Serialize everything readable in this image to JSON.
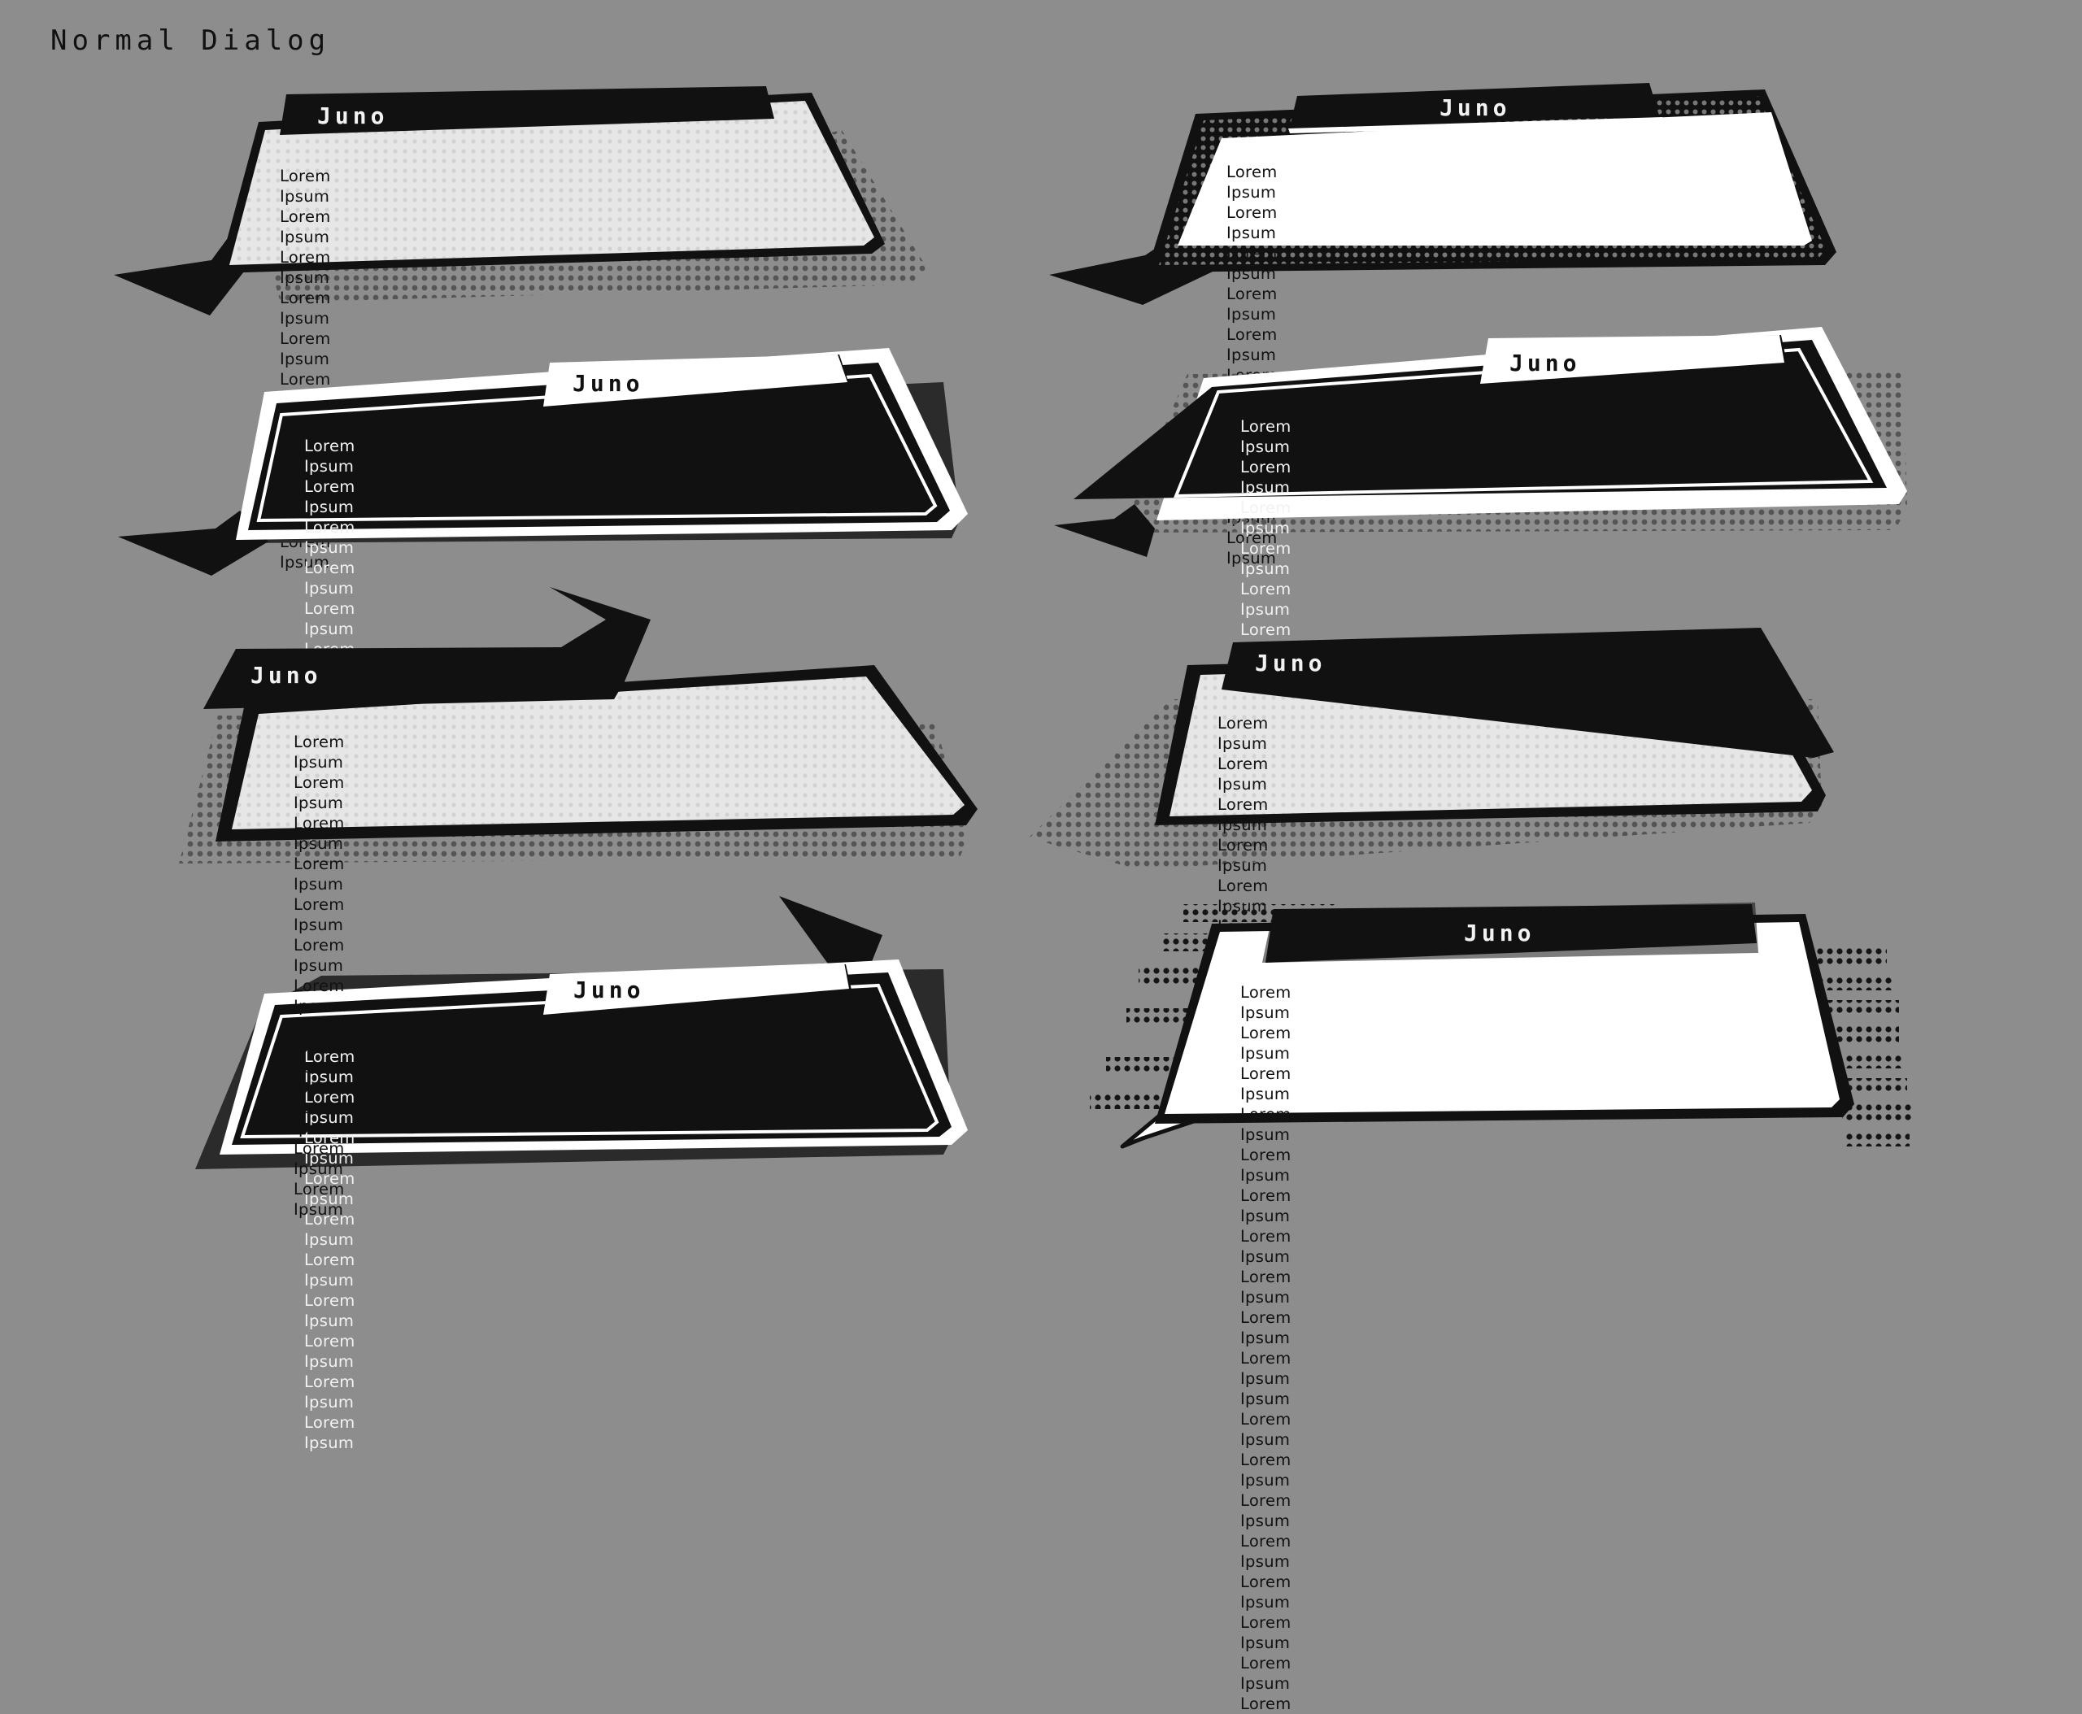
{
  "page": {
    "title": "Normal Dialog"
  },
  "colors": {
    "background": "#8d8d8d",
    "ink": "#111111",
    "paper": "#ffffff",
    "light_fill": "#e6e6e6"
  },
  "dialogs": [
    {
      "style": "light-panel-black-nameplate-tail-left",
      "name": "Juno",
      "text": "Lorem Ipsum Lorem Ipsum Lorem Ipsum Lorem Ipsum\nLorem Ipsum Lorem Ipsum Lorem Ipsum Lorem Ipsum Lorem Ipsum\nLorem Ipsum"
    },
    {
      "style": "white-panel-dotted-frame-tail-left",
      "name": "Juno",
      "text": "Lorem Ipsum Lorem Ipsum Lorem Ipsum Lorem Ipsum\nLorem Ipsum Lorem Ipsum Lorem Ipsum Lorem Ipsum Lorem Ipsum\nLorem Ipsum"
    },
    {
      "style": "dark-panel-white-nameplate-tail-left",
      "name": "Juno",
      "text": "Lorem Ipsum Lorem Ipsum Lorem Ipsum Lorem Ipsum\nLorem Ipsum Lorem Ipsum Lorem Ipsum Lorem Ipsum Lorem Ipsum\nLorem Ipsum"
    },
    {
      "style": "dark-panel-white-nameplate-tail-left",
      "name": "Juno",
      "text": "Lorem Ipsum Lorem Ipsum Lorem Ipsum Lorem Ipsum\nLorem Ipsum Lorem Ipsum Lorem Ipsum Lorem Ipsum Lorem Ipsum\nLorem Ipsum"
    },
    {
      "style": "light-panel-arrow-nameplate",
      "name": "Juno",
      "text": "Lorem Ipsum Lorem Ipsum Lorem Ipsum Lorem Ipsum Lorem Ipsum\nLorem Ipsum Lorem Ipsum Lorem Ipsum Lorem Ipsum Lorem Ipsum\nLorem Ipsum Lorem Ipsum"
    },
    {
      "style": "light-panel-black-tab-halftone",
      "name": "Juno",
      "text": "Lorem Ipsum Lorem Ipsum Lorem Ipsum Lorem Ipsum\nLorem Ipsum Lorem Ipsum Lorem Ipsum Lorem Ipsum Lorem Ipsum\nLorem Ipsum"
    },
    {
      "style": "dark-panel-white-nameplate-arrow",
      "name": "Juno",
      "text": "Lorem Ipsum Lorem Ipsum Lorem Ipsum Lorem Ipsum\nLorem Ipsum Lorem Ipsum Lorem Ipsum Lorem Ipsum Lorem Ipsum\nLorem Ipsum"
    },
    {
      "style": "white-panel-speedlines-tail-left",
      "name": "Juno",
      "text": "Lorem Ipsum Lorem Ipsum Lorem Ipsum Lorem Ipsum\nLorem Ipsum Lorem Ipsum Lorem Ipsum Lorem Ipsum Lorem Ipsum\nLorem Ipsum Ipsum Lorem Ipsum\nLorem Ipsum Lorem Ipsum Lorem Ipsum Lorem Ipsum\nLorem Ipsum Lorem Ipsum Lorem"
    }
  ]
}
